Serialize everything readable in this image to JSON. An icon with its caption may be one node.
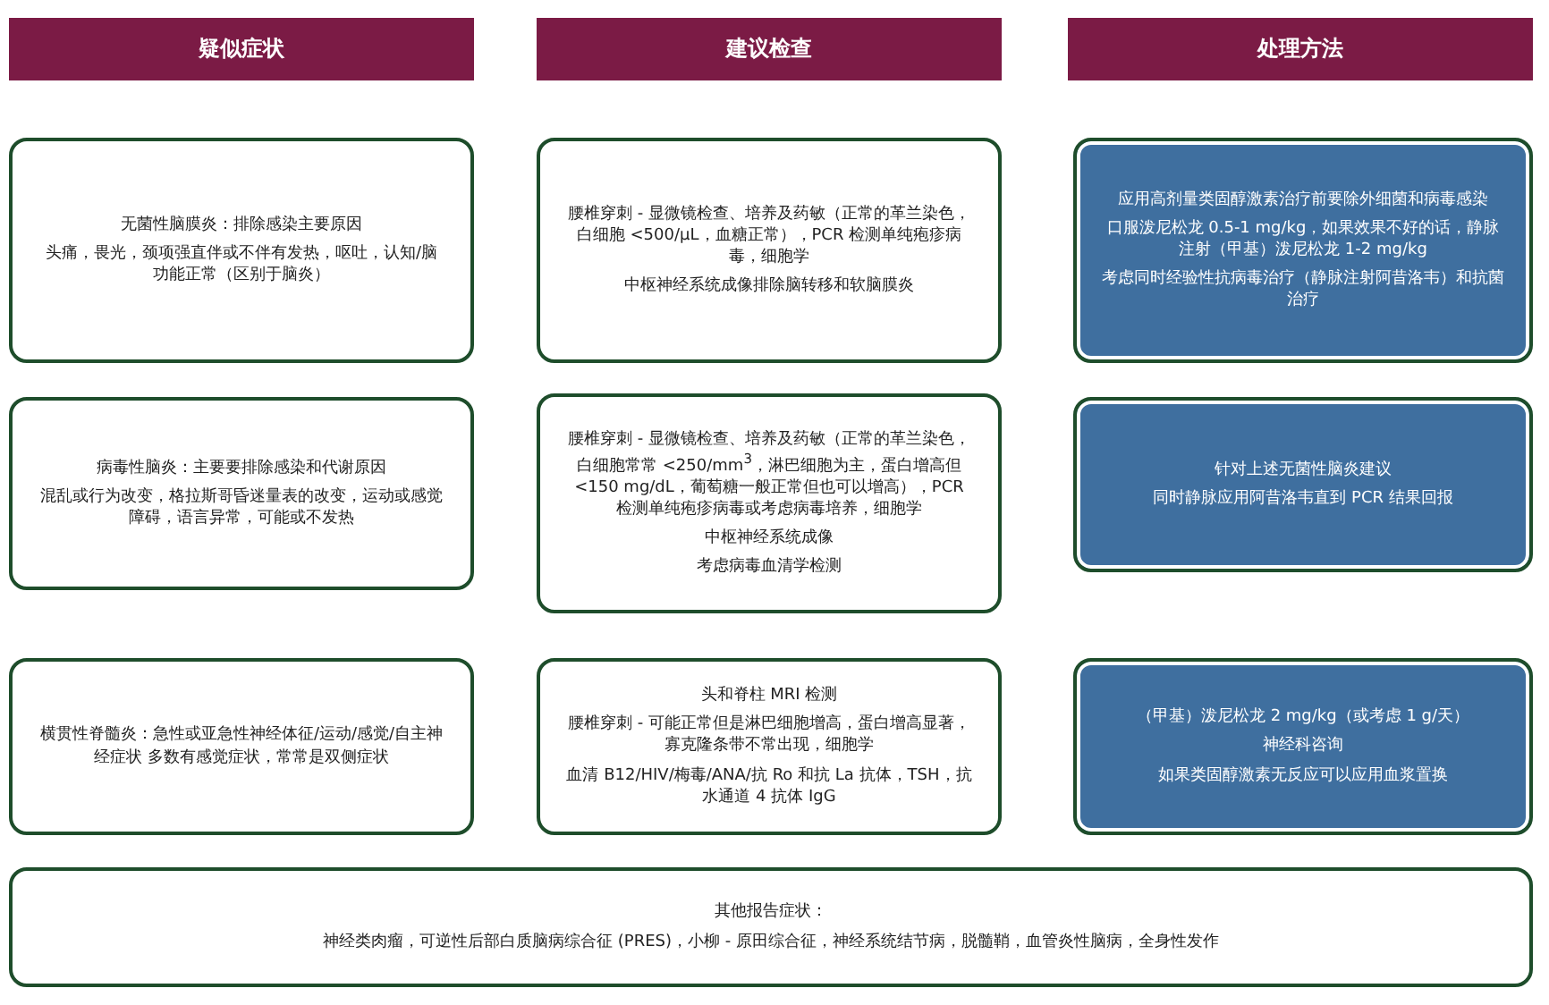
{
  "diagram": {
    "nodes": [
      {
        "text": [
          "疑似症状"
        ]
      },
      {
        "text": [
          "建议检查"
        ]
      },
      {
        "text": [
          "处理方法"
        ]
      },
      {
        "text": [
          "无菌性脑膜炎：排除感染主要原因",
          "头痛，畏光，颈项强直伴或不伴有发热，呕吐，认知/脑功能正常（区别于脑炎）"
        ]
      },
      {
        "text": [
          "腰椎穿刺 - 显微镜检查、培养及药敏（正常的革兰染色，白细胞 <500/μL，血糖正常），PCR 检测单纯疱疹病毒，细胞学",
          "中枢神经系统成像排除脑转移和软脑膜炎"
        ]
      },
      {
        "text": [
          "应用高剂量类固醇激素治疗前要除外细菌和病毒感染",
          "口服泼尼松龙 0.5-1 mg/kg，如果效果不好的话，静脉注射（甲基）泼尼松龙 1-2 mg/kg",
          "考虑同时经验性抗病毒治疗（静脉注射阿昔洛韦）和抗菌治疗"
        ]
      },
      {
        "text": [
          "病毒性脑炎：主要要排除感染和代谢原因",
          "混乱或行为改变，格拉斯哥昏迷量表的改变，运动或感觉障碍，语言异常，可能或不发热"
        ]
      },
      {
        "text": [
          "腰椎穿刺 - 显微镜检查、培养及药敏（正常的革兰染色，白细胞常常 <250/mm$^{3}$，淋巴细胞为主，蛋白增高但 <150 mg/dL，葡萄糖一般正常但也可以增高），PCR 检测单纯疱疹病毒或考虑病毒培养，细胞学",
          "中枢神经系统成像",
          "考虑病毒血清学检测"
        ]
      },
      {
        "text": [
          "针对上述无菌性脑炎建议",
          "同时静脉应用阿昔洛韦直到 PCR 结果回报"
        ]
      },
      {
        "text": [
          "横贯性脊髓炎：急性或亚急性神经体征/运动/感觉/自主神经症状 多数有感觉症状，常常是双侧症状"
        ]
      },
      {
        "text": [
          "头和脊柱 MRI 检测",
          "腰椎穿刺 - 可能正常但是淋巴细胞增高，蛋白增高显著，寡克隆条带不常出现，细胞学",
          "血清 B12/HIV/梅毒/ANA/抗 Ro 和抗 La 抗体，TSH，抗水通道 4 抗体 IgG"
        ]
      },
      {
        "text": [
          "（甲基）泼尼松龙 2 mg/kg（或考虑 1 g/天）",
          "神经科咨询",
          "如果类固醇激素无反应可以应用血浆置换"
        ]
      },
      {
        "text": [
          "其他报告症状：",
          "神经类肉瘤，可逆性后部白质脑病综合征 (PRES)，小柳 - 原田综合征，神经系统结节病，脱髓鞘，血管炎性脑病，全身性发作"
        ]
      }
    ]
  }
}
